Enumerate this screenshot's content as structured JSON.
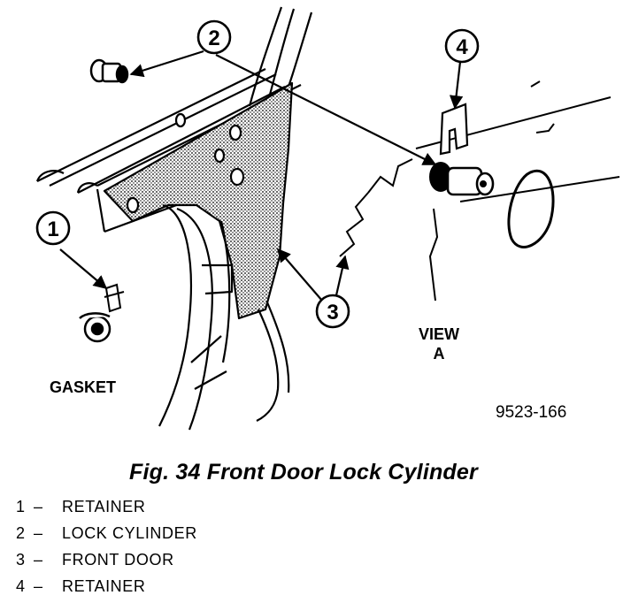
{
  "figure": {
    "callouts": [
      "1",
      "2",
      "3",
      "4"
    ],
    "labels": {
      "gasket": "GASKET",
      "view_line1": "VIEW",
      "view_line2": "A",
      "drawing_number": "9523-166"
    }
  },
  "caption": "Fig. 34 Front Door Lock Cylinder",
  "legend": [
    {
      "num": "1",
      "dash": "–",
      "text": "RETAINER"
    },
    {
      "num": "2",
      "dash": "–",
      "text": "LOCK CYLINDER"
    },
    {
      "num": "3",
      "dash": "–",
      "text": "FRONT DOOR"
    },
    {
      "num": "4",
      "dash": "–",
      "text": "RETAINER"
    }
  ]
}
